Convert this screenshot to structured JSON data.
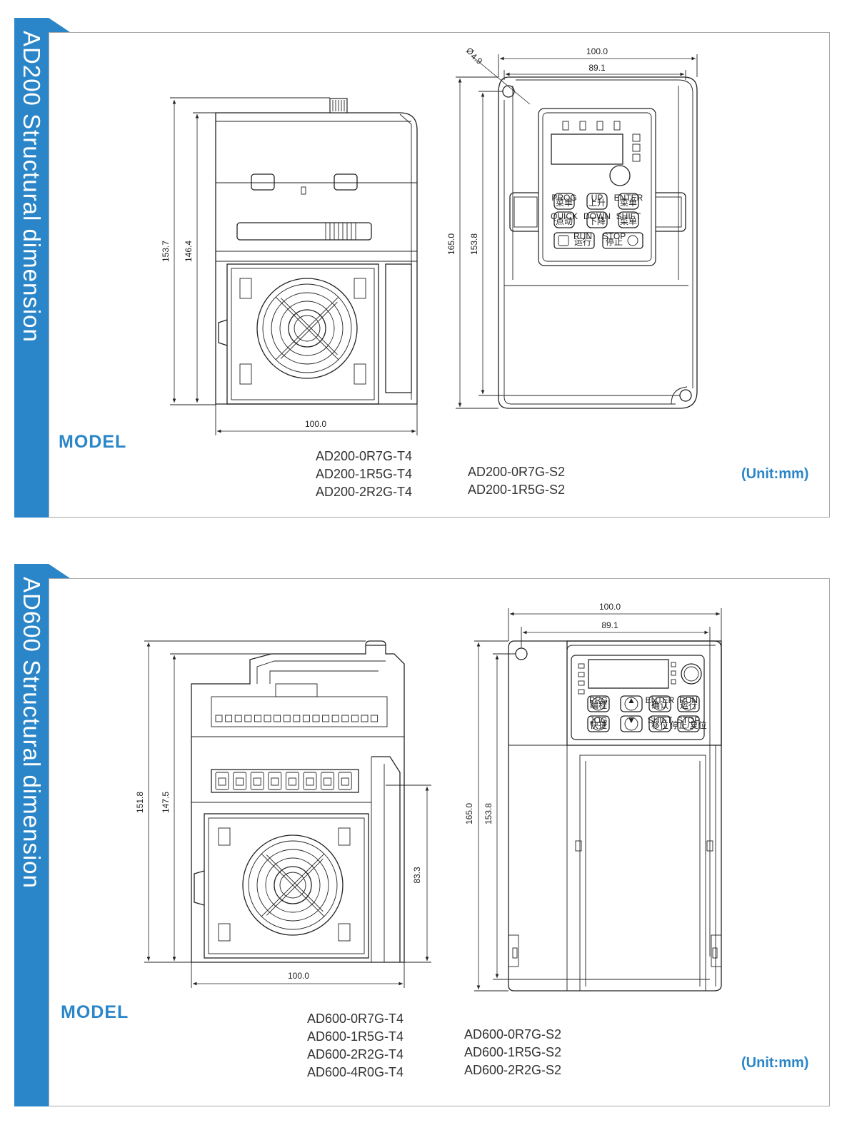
{
  "sections": [
    {
      "title": "AD200  Structural dimension",
      "model_label": "MODEL",
      "unit": "(Unit:mm)",
      "models_t4": [
        "AD200-0R7G-T4",
        "AD200-1R5G-T4",
        "AD200-2R2G-T4"
      ],
      "models_s2": [
        "AD200-0R7G-S2",
        "AD200-1R5G-S2"
      ],
      "dims": {
        "side_height_outer": "153.7",
        "side_height_inner": "146.4",
        "side_width": "100.0",
        "front_height_outer": "165.0",
        "front_height_inner": "153.8",
        "front_width_outer": "100.0",
        "front_width_inner": "89.1",
        "hole_diameter": "4.9",
        "hole_symbol": "Ø"
      },
      "keypad": {
        "keys": [
          [
            "PROG",
            "菜单"
          ],
          [
            "UP",
            "上升"
          ],
          [
            "ENTER",
            "菜单"
          ],
          [
            "QUICK",
            "点动"
          ],
          [
            "DOWN",
            "下降"
          ],
          [
            "SHIFT",
            "菜单"
          ]
        ],
        "run": [
          "RUN",
          "运行"
        ],
        "stop": [
          "STOP",
          "停止"
        ]
      }
    },
    {
      "title": "AD600  Structural dimension",
      "model_label": "MODEL",
      "unit": "(Unit:mm)",
      "models_t4": [
        "AD600-0R7G-T4",
        "AD600-1R5G-T4",
        "AD600-2R2G-T4",
        "AD600-4R0G-T4"
      ],
      "models_s2": [
        "AD600-0R7G-S2",
        "AD600-1R5G-S2",
        "AD600-2R2G-S2"
      ],
      "dims": {
        "side_height_outer": "151.8",
        "side_height_inner": "147.5",
        "side_width": "100.0",
        "side_lower_height": "83.3",
        "front_height_outer": "165.0",
        "front_height_inner": "153.8",
        "front_width_outer": "100.0",
        "front_width_inner": "89.1"
      },
      "keypad": {
        "keys": [
          [
            "PRG",
            "编程"
          ],
          [
            "▲",
            ""
          ],
          [
            "ENTER",
            "确认"
          ],
          [
            "RUN",
            "运行"
          ],
          [
            "JOG",
            "快捷"
          ],
          [
            "▼",
            ""
          ],
          [
            "SHIFT",
            "移位"
          ],
          [
            "STOP",
            "停止/复位"
          ]
        ]
      }
    }
  ],
  "colors": {
    "accent": "#2a86c8",
    "border": "#a9a9a9",
    "line": "#222222"
  }
}
